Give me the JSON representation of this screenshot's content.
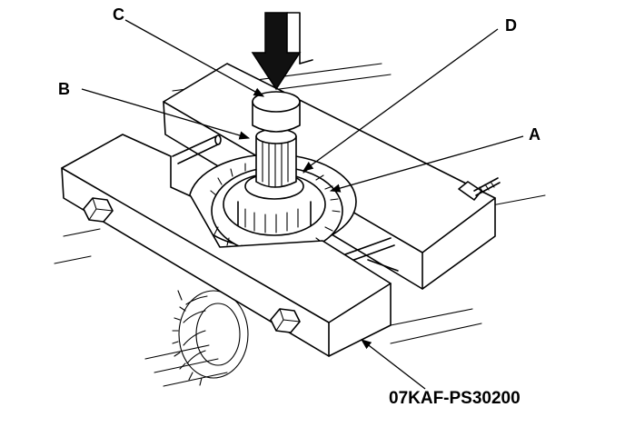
{
  "labels": {
    "a": "A",
    "b": "B",
    "c": "C",
    "d": "D"
  },
  "tool_part_number": "07KAF-PS30200",
  "icons": {
    "press_arrow": "down-arrow-icon"
  }
}
